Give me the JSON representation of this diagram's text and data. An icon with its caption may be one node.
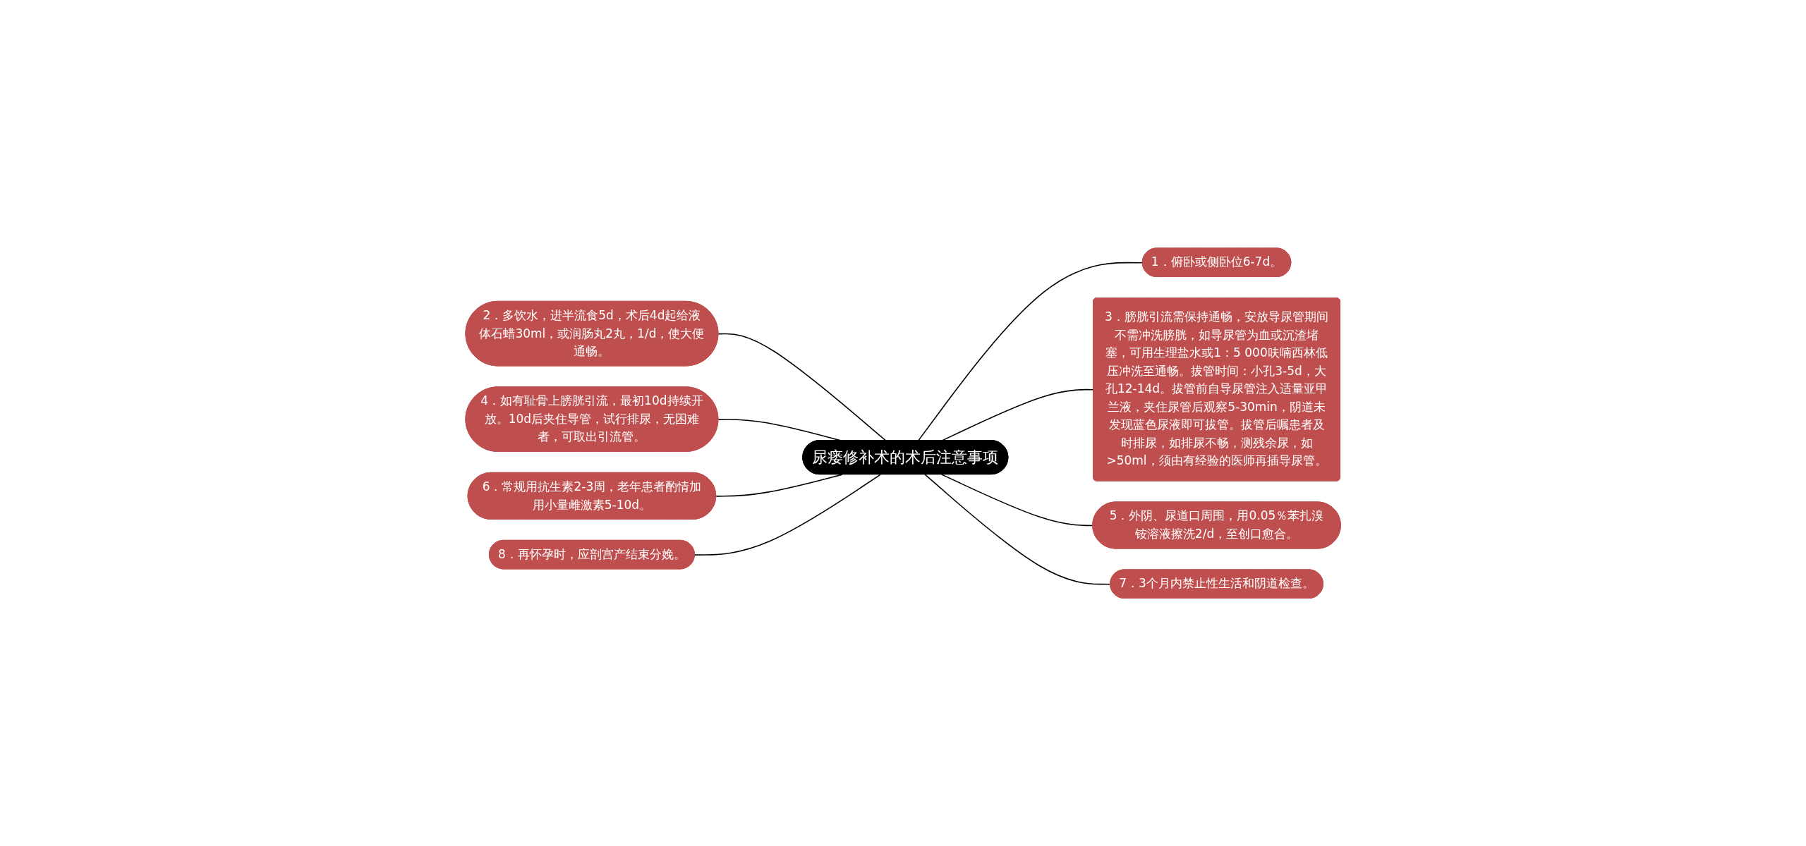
{
  "diagram": {
    "nodes": [
      {
        "text": [
          "尿瘘修补术的术后注意事项"
        ]
      },
      {
        "text": [
          "1．俯卧或侧卧位6-7d。"
        ]
      },
      {
        "text": [
          "2．多饮水，进半流食5d，术后4d起给液体石蜡30ml，或润肠丸2丸，1/d，使大便通畅。"
        ]
      },
      {
        "text": [
          "3．膀胱引流需保持通畅，安放导尿管期间不需冲洗膀胱，如导尿管为血或沉渣堵塞，可用生理盐水或1：5 000呋喃西林低压冲洗至通畅。拔管时间：小孔3-5d，大孔12-14d。拔管前自导尿管注入适量亚甲兰液，夹住尿管后观察5-30min，阴道未发现蓝色尿液即可拔管。拔管后嘱患者及时排尿，如排尿不畅，测残余尿，如>50ml，须由有经验的医师再插导尿管。"
        ]
      },
      {
        "text": [
          "4．如有耻骨上膀胱引流，最初10d持续开放。10d后夹住导管，试行排尿，无困难者，可取出引流管。"
        ]
      },
      {
        "text": [
          "5．外阴、尿道口周围，用0.05％苯扎溴铵溶液擦洗2/d，至创口愈合。"
        ]
      },
      {
        "text": [
          "6．常规用抗生素2-3周，老年患者酌情加用小量雌激素5-10d。"
        ]
      },
      {
        "text": [
          "7．3个月内禁止性生活和阴道检查。"
        ]
      },
      {
        "text": [
          "8．再怀孕时，应剖宫产结束分娩。"
        ]
      }
    ],
    "edges": [
      {
        "from": 0,
        "to": 1,
        "arrow": "none"
      },
      {
        "from": 0,
        "to": 2,
        "arrow": "none"
      },
      {
        "from": 0,
        "to": 3,
        "arrow": "none"
      },
      {
        "from": 0,
        "to": 4,
        "arrow": "none"
      },
      {
        "from": 0,
        "to": 5,
        "arrow": "none"
      },
      {
        "from": 0,
        "to": 6,
        "arrow": "none"
      },
      {
        "from": 0,
        "to": 7,
        "arrow": "none"
      },
      {
        "from": 0,
        "to": 8,
        "arrow": "none"
      }
    ]
  }
}
